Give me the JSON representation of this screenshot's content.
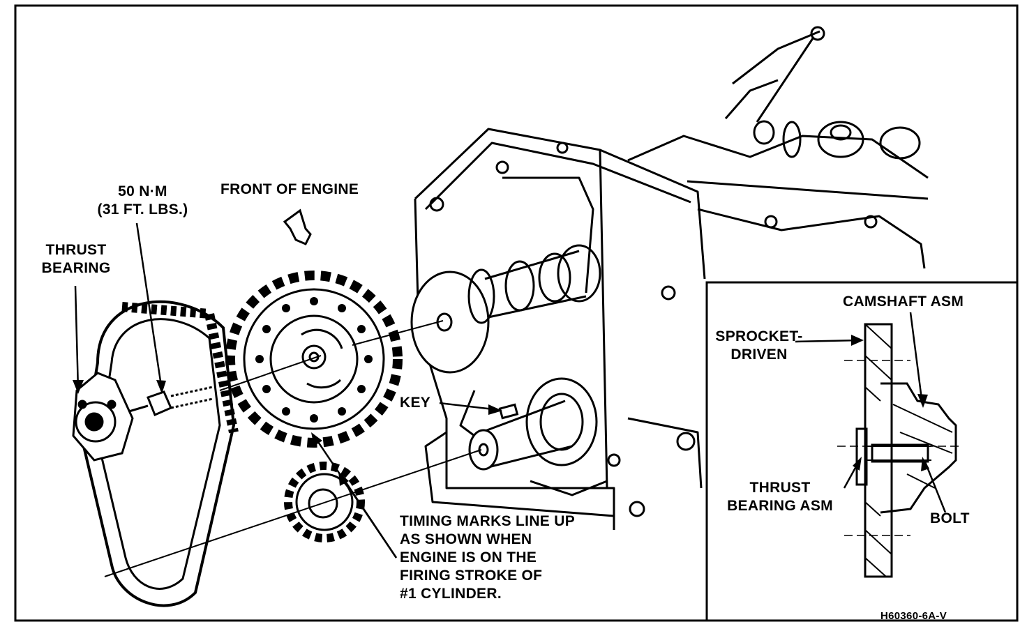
{
  "labels": {
    "torque": [
      "50 N·m",
      "(31 FT. LBS.)"
    ],
    "front_of_engine": "FRONT OF ENGINE",
    "thrust_bearing": [
      "THRUST",
      "BEARING"
    ],
    "key": "KEY",
    "timing_note": [
      "TIMING MARKS LINE UP",
      "AS SHOWN WHEN",
      "ENGINE IS ON THE",
      "FIRING STROKE OF",
      "#1 CYLINDER."
    ],
    "inset": {
      "camshaft_asm": "CAMSHAFT ASM",
      "sprocket_driven": [
        "SPROCKET-",
        "DRIVEN"
      ],
      "thrust_bearing_asm": [
        "THRUST",
        "BEARING ASM"
      ],
      "bolt": "BOLT"
    },
    "figure_code": "H60360-6A-V"
  }
}
